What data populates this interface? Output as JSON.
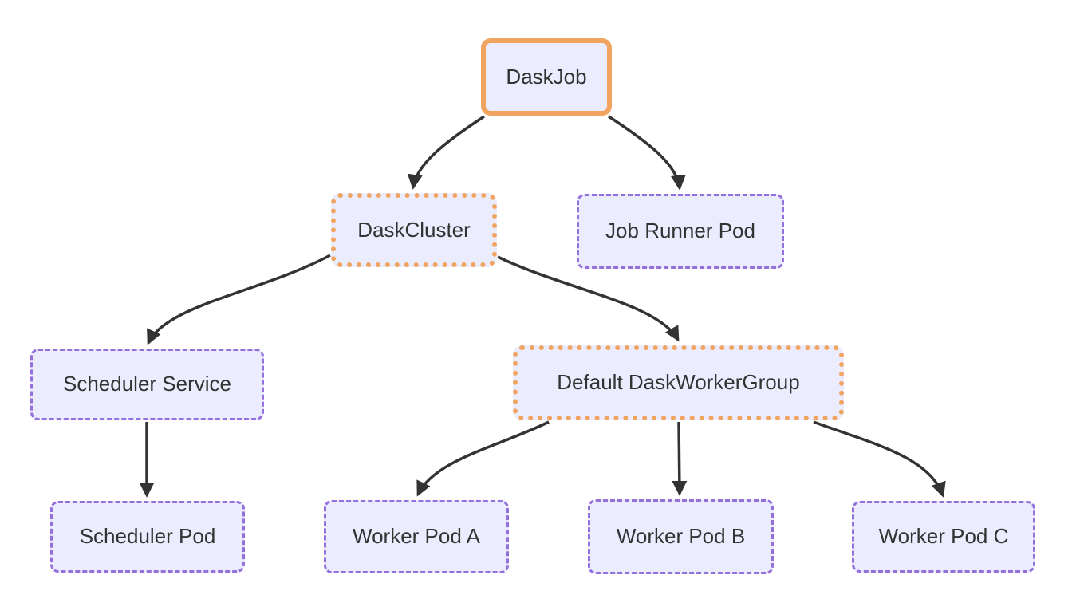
{
  "diagram": {
    "type": "flowchart",
    "direction": "top-down",
    "colors": {
      "background": "#FFFFFF",
      "node_fill": "#ECECFF",
      "default_border": "#9370DB",
      "highlight_border": "#F1A460",
      "edge": "#333333",
      "text": "#333333"
    },
    "nodes": [
      {
        "id": "daskjob",
        "label": "DaskJob",
        "accent": "orange",
        "border_style": "solid"
      },
      {
        "id": "daskcluster",
        "label": "DaskCluster",
        "accent": "orange",
        "border_style": "dotted"
      },
      {
        "id": "jobrunnerpod",
        "label": "Job Runner Pod",
        "accent": "purple",
        "border_style": "dashed"
      },
      {
        "id": "schedulerservice",
        "label": "Scheduler Service",
        "accent": "purple",
        "border_style": "dashed"
      },
      {
        "id": "workergroup",
        "label": "Default DaskWorkerGroup",
        "accent": "orange",
        "border_style": "dotted"
      },
      {
        "id": "schedulerpod",
        "label": "Scheduler Pod",
        "accent": "purple",
        "border_style": "dashed"
      },
      {
        "id": "workerpoda",
        "label": "Worker Pod A",
        "accent": "purple",
        "border_style": "dashed"
      },
      {
        "id": "workerpodb",
        "label": "Worker Pod B",
        "accent": "purple",
        "border_style": "dashed"
      },
      {
        "id": "workerpodc",
        "label": "Worker Pod C",
        "accent": "purple",
        "border_style": "dashed"
      }
    ],
    "edges": [
      {
        "from": "daskjob",
        "to": "daskcluster"
      },
      {
        "from": "daskjob",
        "to": "jobrunnerpod"
      },
      {
        "from": "daskcluster",
        "to": "schedulerservice"
      },
      {
        "from": "daskcluster",
        "to": "workergroup"
      },
      {
        "from": "schedulerservice",
        "to": "schedulerpod"
      },
      {
        "from": "workergroup",
        "to": "workerpoda"
      },
      {
        "from": "workergroup",
        "to": "workerpodb"
      },
      {
        "from": "workergroup",
        "to": "workerpodc"
      }
    ]
  }
}
